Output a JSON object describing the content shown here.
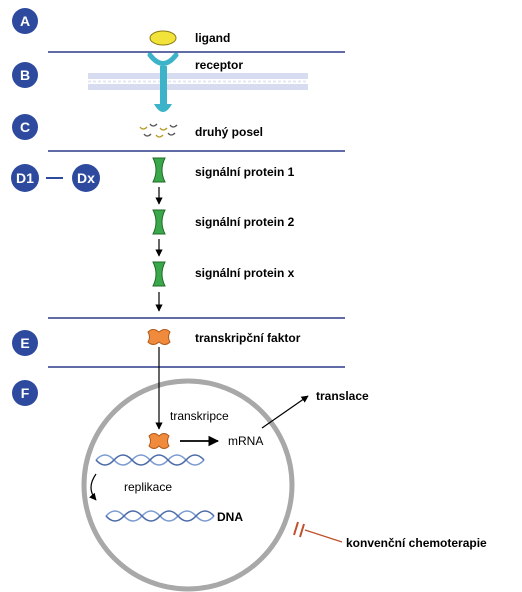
{
  "steps": {
    "A": "A",
    "B": "B",
    "C": "C",
    "D1": "D1",
    "Dx": "Dx",
    "E": "E",
    "F": "F"
  },
  "labels": {
    "ligand": "ligand",
    "receptor": "receptor",
    "second_messenger": "druhý posel",
    "signal_protein_1": "signální protein 1",
    "signal_protein_2": "signální protein 2",
    "signal_protein_x": "signální protein x",
    "transcription_factor": "transkripční faktor",
    "translation": "translace",
    "transcription": "transkripce",
    "mrna": "mRNA",
    "replication": "replikace",
    "dna": "DNA",
    "chemotherapy": "konvenční chemoterapie"
  },
  "colors": {
    "badge": "#2d4a9e",
    "divider": "#2d3a8c",
    "ligand": "#f2e33a",
    "receptor": "#3cb3c8",
    "protein": "#3aa84a",
    "factor": "#f08a3c",
    "nucleus": "#a8a8a8",
    "dna": "#7a9ad0",
    "chemo": "#c0502a"
  }
}
